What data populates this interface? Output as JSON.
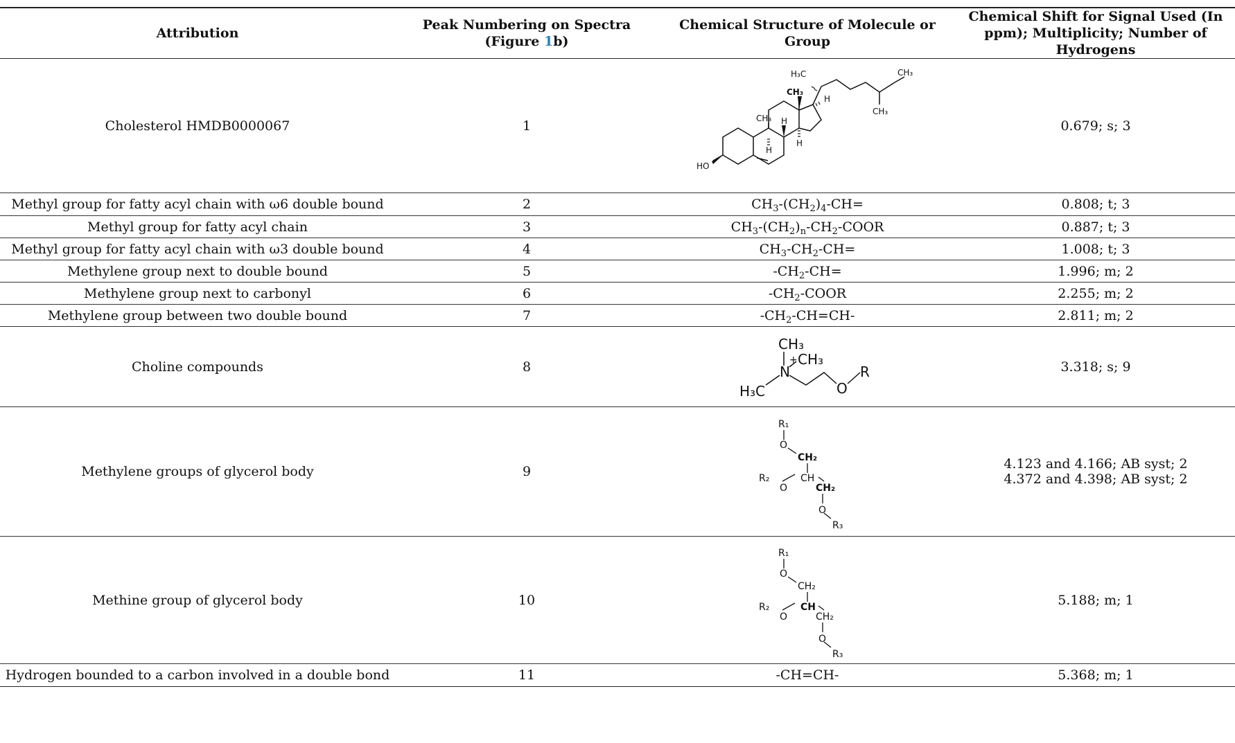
{
  "headers": {
    "attribution": "Attribution",
    "peak_line1": "Peak Numbering on Spectra",
    "peak_line2_pre": "(Figure ",
    "peak_line2_link": "1",
    "peak_line2_post": "b)",
    "structure": "Chemical Structure of Molecule or Group",
    "shift": "Chemical Shift for Signal Used (In ppm); Multiplicity; Number of Hydrogens"
  },
  "rows": [
    {
      "attribution": "Cholesterol HMDB0000067",
      "peak": "1",
      "shift": "0.679; s; 3"
    },
    {
      "attribution": "Methyl group for fatty acyl chain with ω6 double bound",
      "peak": "2",
      "shift": "0.808; t; 3"
    },
    {
      "attribution": "Methyl group for fatty acyl chain",
      "peak": "3",
      "shift": "0.887; t; 3"
    },
    {
      "attribution": "Methyl group for fatty acyl chain with ω3 double bound",
      "peak": "4",
      "shift": "1.008; t; 3"
    },
    {
      "attribution": "Methylene group next to double bound",
      "peak": "5",
      "shift": "1.996; m; 2"
    },
    {
      "attribution": "Methylene group next to carbonyl",
      "peak": "6",
      "shift": "2.255; m; 2"
    },
    {
      "attribution": "Methylene group between two double bound",
      "peak": "7",
      "shift": "2.811; m; 2"
    },
    {
      "attribution": "Choline compounds",
      "peak": "8",
      "shift": "3.318; s; 9"
    },
    {
      "attribution": "Methylene groups of glycerol body",
      "peak": "9",
      "shift_line1": "4.123 and 4.166; AB syst; 2",
      "shift_line2": "4.372 and 4.398; AB syst; 2"
    },
    {
      "attribution": "Methine group of glycerol body",
      "peak": "10",
      "shift": "5.188; m; 1"
    },
    {
      "attribution": "Hydrogen bounded to a carbon involved in a double bond",
      "peak": "11",
      "shift": "5.368; m; 1"
    }
  ],
  "formulas": {
    "r2": {
      "a": "CH",
      "a_sub": "3",
      "b": "-(CH",
      "b_sub": "2",
      "c": ")",
      "c_sub": "4",
      "d": "-CH="
    },
    "r3": {
      "a": "CH",
      "a_sub": "3",
      "b": "-(CH",
      "b_sub": "2",
      "c": ")",
      "c_sub": "n",
      "d": "-CH",
      "d_sub": "2",
      "e": "-COOR"
    },
    "r4": {
      "a": "CH",
      "a_sub": "3",
      "b": "-CH",
      "b_sub": "2",
      "c": "-CH="
    },
    "r5": {
      "a": "-CH",
      "a_sub": "2",
      "b": "-CH="
    },
    "r6": {
      "a": "-CH",
      "a_sub": "2",
      "b": "-COOR"
    },
    "r7": {
      "a": "-CH",
      "a_sub": "2",
      "b": "-CH=CH-"
    },
    "r11": "-CH=CH-"
  },
  "structures": {
    "cholesterol": {
      "h3c": "H₃C",
      "ch3": "CH₃",
      "h": "H",
      "ho": "HO"
    },
    "choline": {
      "ch3": "CH₃",
      "h3c": "H₃C",
      "n": "N",
      "plus": "+",
      "o": "O",
      "r": "R"
    },
    "glycerol": {
      "r1": "R₁",
      "r2": "R₂",
      "r3": "R₃",
      "o": "O",
      "ch2": "CH₂",
      "ch": "CH"
    }
  }
}
